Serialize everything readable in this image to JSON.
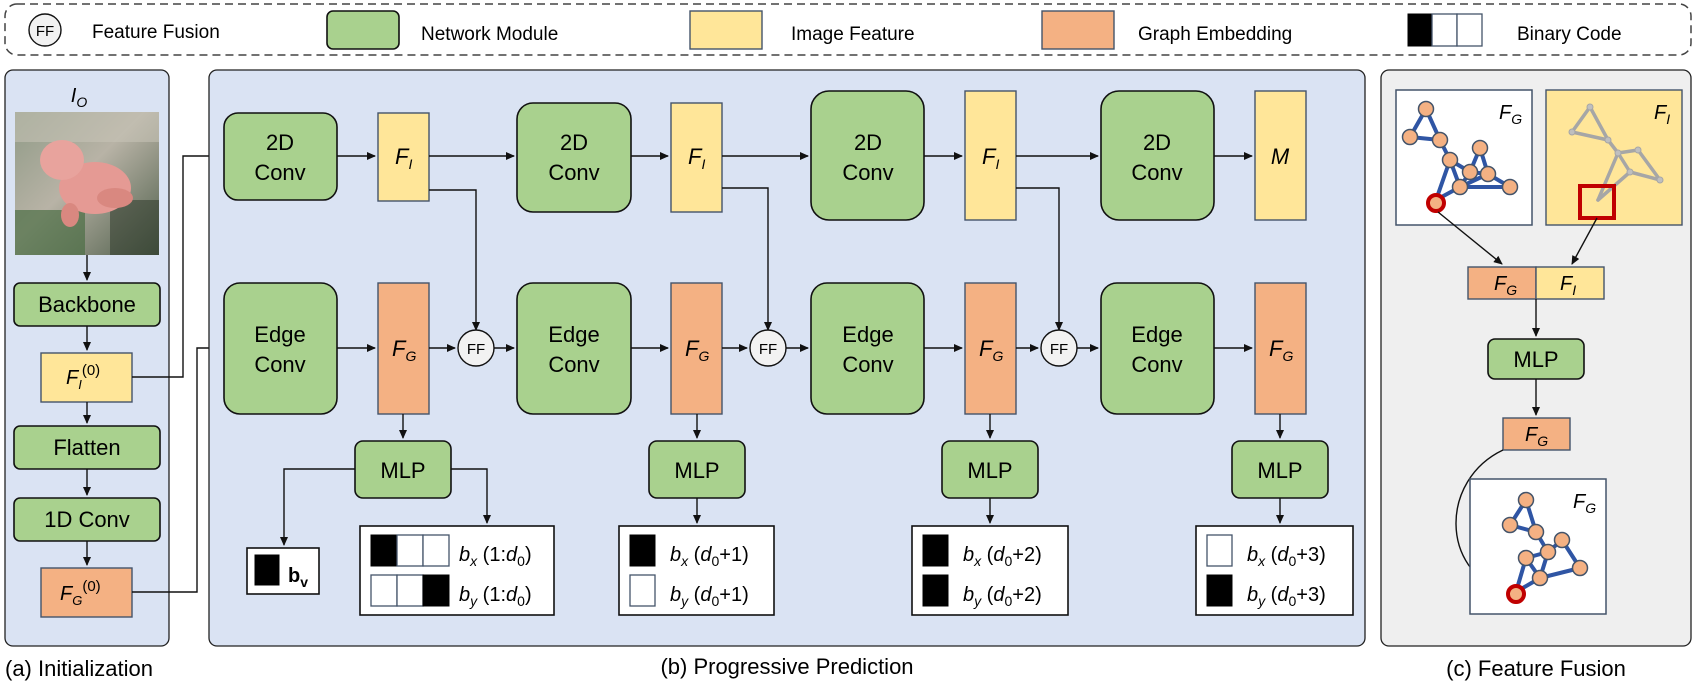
{
  "legend": {
    "ff_symbol": "FF",
    "feature_fusion": "Feature Fusion",
    "network_module": "Network Module",
    "image_feature": "Image Feature",
    "graph_embedding": "Graph Embedding",
    "binary_code": "Binary Code"
  },
  "colors": {
    "module": "#a9d18e",
    "image_feature": "#ffe699",
    "graph_embedding": "#f4b183",
    "panel_a_bg": "#dae3f3",
    "panel_b_bg": "#dae3f3",
    "panel_c_bg": "#efefef",
    "graph_edge": "#2f55a4",
    "highlight": "#c00000"
  },
  "panel_a": {
    "input_label": "I",
    "input_sub": "O",
    "backbone": "Backbone",
    "fi0": "F",
    "fi0_sub": "I",
    "fi0_sup": "(0)",
    "flatten": "Flatten",
    "conv1d": "1D Conv",
    "fg0": "F",
    "fg0_sub": "G",
    "fg0_sup": "(0)",
    "caption": "(a) Initialization"
  },
  "panel_b": {
    "conv2d_line1": "2D",
    "conv2d_line2": "Conv",
    "edge_line1": "Edge",
    "edge_line2": "Conv",
    "fi": "F",
    "fi_sub": "I",
    "fg": "F",
    "fg_sub": "G",
    "mask": "M",
    "ff": "FF",
    "mlp": "MLP",
    "bv": "b",
    "bv_sub": "v",
    "bx": "b",
    "bx_sub": "x",
    "by": "b",
    "by_sub": "y",
    "range1_open": " (1:",
    "range1_d": "d",
    "range1_dsub": "0",
    "range1_close": ")",
    "step1_open": " (",
    "step1_d": "d",
    "step1_dsub": "0",
    "step1_close": "+1)",
    "step2_open": " (",
    "step2_d": "d",
    "step2_dsub": "0",
    "step2_close": "+2)",
    "step3_open": " (",
    "step3_d": "d",
    "step3_dsub": "0",
    "step3_close": "+3)",
    "caption": "(b) Progressive Prediction"
  },
  "panel_c": {
    "fg": "F",
    "fg_sub": "G",
    "fi": "F",
    "fi_sub": "I",
    "mlp": "MLP",
    "caption": "(c) Feature Fusion"
  }
}
